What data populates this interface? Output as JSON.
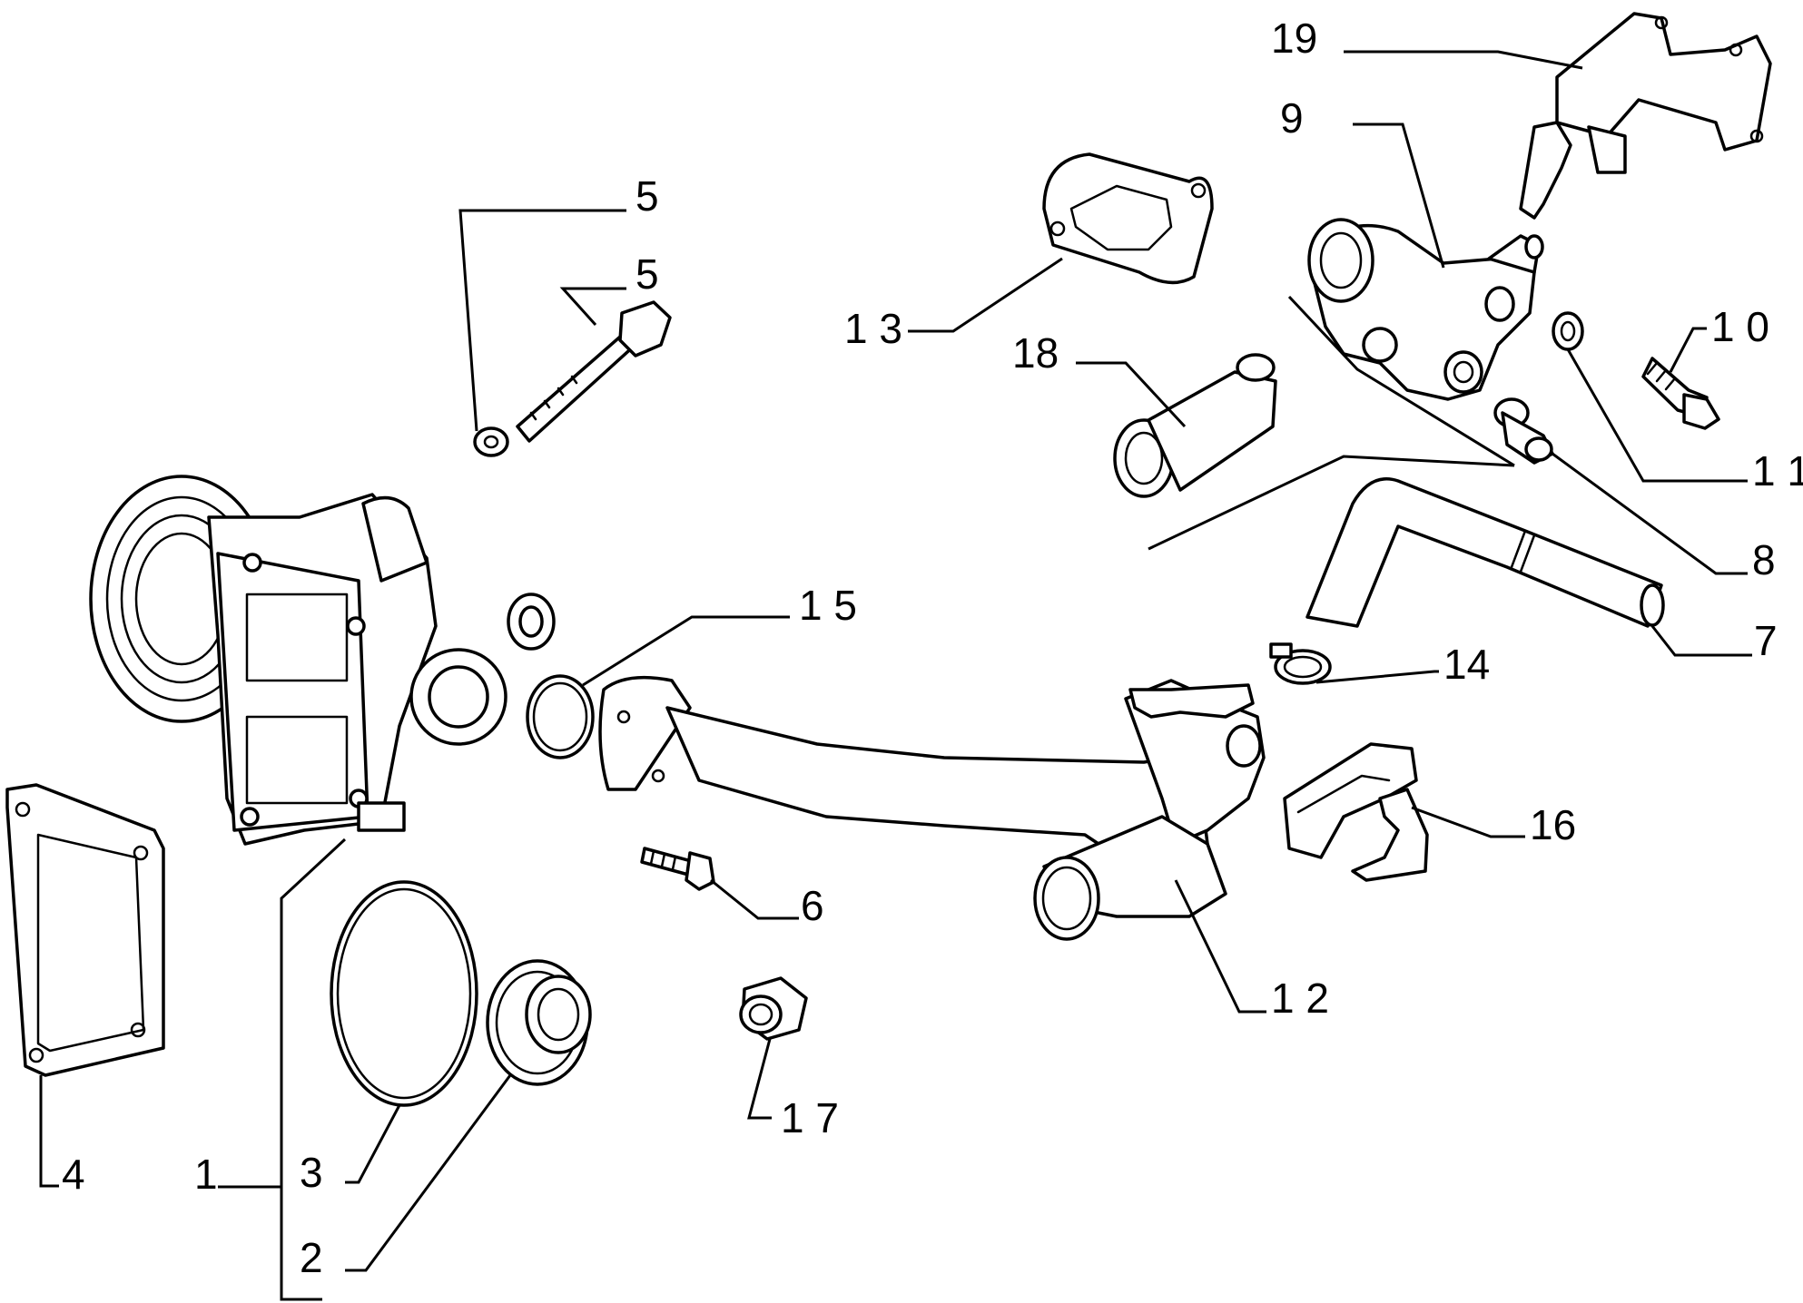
{
  "colors": {
    "line": "#000000",
    "background": "#ffffff"
  },
  "callouts": [
    {
      "id": "c1",
      "label": "1"
    },
    {
      "id": "c2",
      "label": "2"
    },
    {
      "id": "c3",
      "label": "3"
    },
    {
      "id": "c4",
      "label": "4"
    },
    {
      "id": "c5a",
      "label": "5"
    },
    {
      "id": "c5b",
      "label": "5"
    },
    {
      "id": "c6",
      "label": "6"
    },
    {
      "id": "c7",
      "label": "7"
    },
    {
      "id": "c8",
      "label": "8"
    },
    {
      "id": "c9",
      "label": "9"
    },
    {
      "id": "c10",
      "label": "1 0"
    },
    {
      "id": "c11",
      "label": "1 1"
    },
    {
      "id": "c12",
      "label": "1 2"
    },
    {
      "id": "c13",
      "label": "1 3"
    },
    {
      "id": "c14",
      "label": "14"
    },
    {
      "id": "c15",
      "label": "1 5"
    },
    {
      "id": "c16",
      "label": "16"
    },
    {
      "id": "c17",
      "label": "1 7"
    },
    {
      "id": "c18",
      "label": "18"
    },
    {
      "id": "c19",
      "label": "19"
    }
  ]
}
